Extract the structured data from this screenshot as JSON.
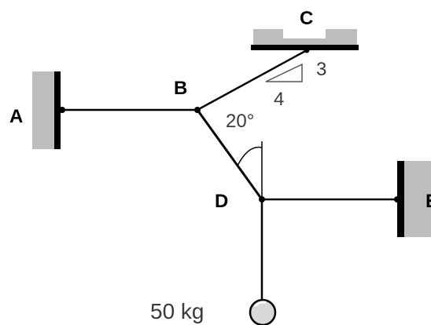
{
  "points": {
    "A": "A",
    "B": "B",
    "C": "C",
    "D": "D",
    "E": "E"
  },
  "slope": {
    "rise": "3",
    "run": "4"
  },
  "angle_label": "20°",
  "mass_label": "50 kg",
  "colors": {
    "line": "#000000",
    "support_fill": "#bdbdbd",
    "text": "#3a3a3a",
    "weight_fill": "#d8d8d8"
  }
}
